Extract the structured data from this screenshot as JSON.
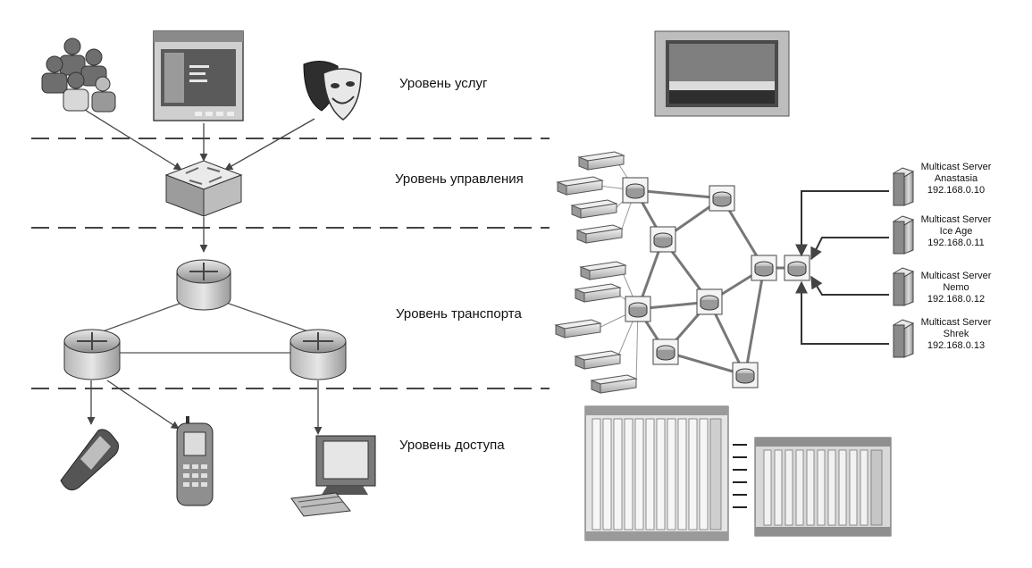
{
  "levels": {
    "services": "Уровень услуг",
    "control": "Уровень управления",
    "transport": "Уровень транспорта",
    "access": "Уровень доступа"
  },
  "servers": [
    {
      "title": "Multicast Server",
      "name": "Anastasia",
      "ip": "192.168.0.10"
    },
    {
      "title": "Multicast Server",
      "name": "Ice Age",
      "ip": "192.168.0.11"
    },
    {
      "title": "Multicast Server",
      "name": "Nemo",
      "ip": "192.168.0.12"
    },
    {
      "title": "Multicast Server",
      "name": "Shrek",
      "ip": "192.168.0.13"
    }
  ],
  "colors": {
    "line": "#555555",
    "device_dark": "#3a3a3a",
    "device_mid": "#8a8a8a",
    "device_light": "#d6d6d6"
  }
}
